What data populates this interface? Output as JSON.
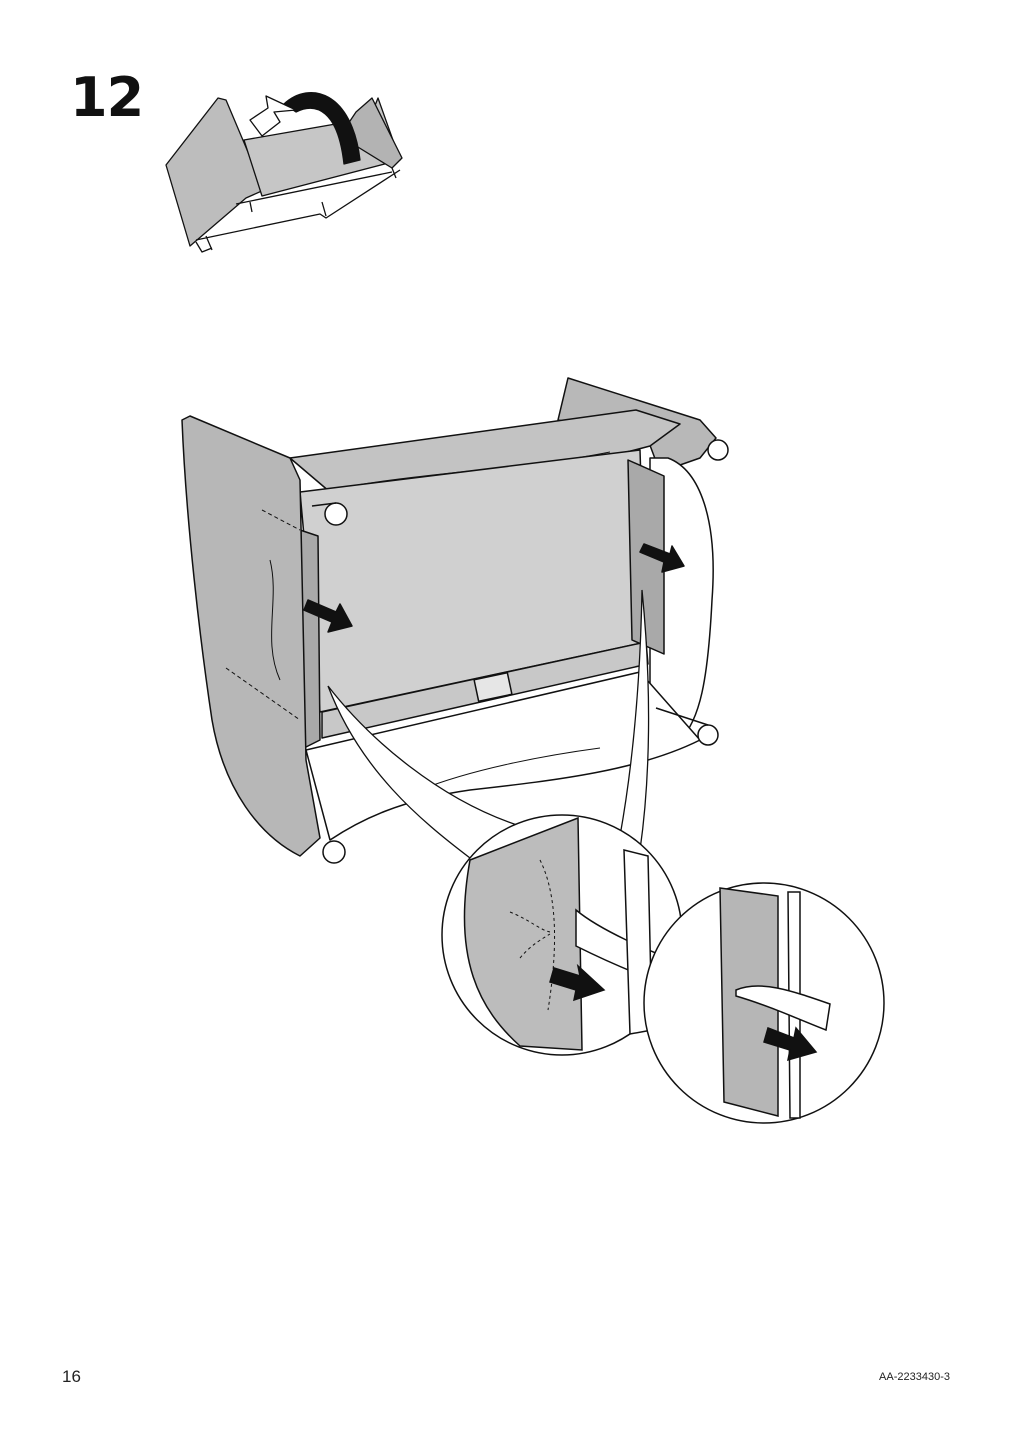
{
  "step": {
    "number": "12"
  },
  "footer": {
    "page_number": "16",
    "doc_code": "AA-2233430-3"
  },
  "colors": {
    "fabric": "#b9b9b9",
    "panel": "#d0d0d0",
    "ink": "#111111",
    "paper": "#ffffff"
  },
  "icons": {
    "flip": "curved-flip-arrow-icon",
    "pull_left": "pull-arrow-icon",
    "pull_right": "pull-arrow-icon"
  }
}
